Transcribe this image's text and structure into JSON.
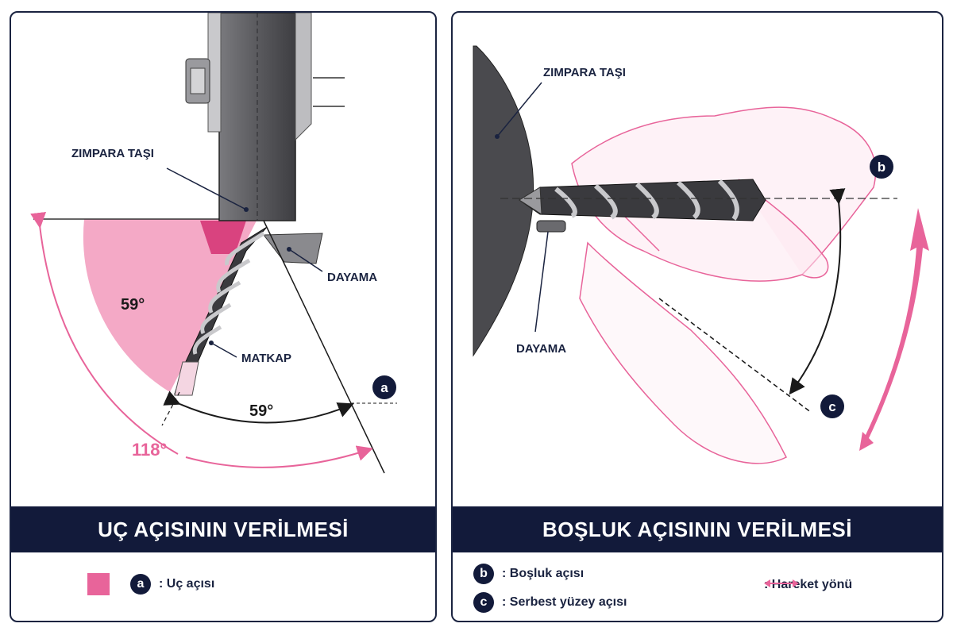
{
  "left": {
    "labels": {
      "wheel": "ZIMPARA TAŞI",
      "rest": "DAYAMA",
      "drill": "MATKAP",
      "angle_inner": "59°",
      "angle_bottom": "59°",
      "angle_total": "118°",
      "marker": "a"
    },
    "banner": "UÇ AÇISININ VERİLMESİ",
    "legend": {
      "marker": "a",
      "text": ": Uç açısı"
    }
  },
  "right": {
    "labels": {
      "wheel": "ZIMPARA TAŞI",
      "rest": "DAYAMA",
      "marker_b": "b",
      "marker_c": "c"
    },
    "banner": "BOŞLUK AÇISININ VERİLMESİ",
    "legend": {
      "b_marker": "b",
      "b_text": ": Boşluk açısı",
      "c_marker": "c",
      "c_text": ": Serbest yüzey açısı",
      "arrow_text": ": Hareket yönü"
    }
  },
  "colors": {
    "accent": "#e8649a",
    "navy": "#121a3a",
    "steel": "#4a4a4e"
  }
}
